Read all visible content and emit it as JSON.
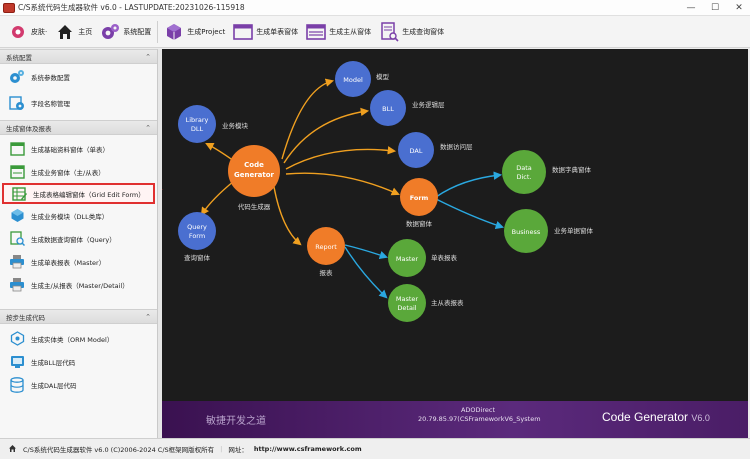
{
  "titlebar": {
    "title": "C/S系统代码生成器软件 v6.0 - LASTUPDATE:20231026-115918",
    "minimize": "—",
    "maximize": "☐",
    "close": "✕"
  },
  "toolbar": {
    "skin": "皮肤·",
    "home": "主页",
    "settings": "系统配置",
    "project": "生成Project",
    "single_form": "生成单表窗体",
    "master_detail_form": "生成主从窗体",
    "query_form": "生成查询窗体"
  },
  "sidebar": {
    "groups": [
      {
        "title": "系统配置",
        "items": [
          {
            "label": "系统参数配置",
            "icon": "gears-icon"
          },
          {
            "label": "字段名称管理",
            "icon": "field-gear-icon"
          }
        ]
      },
      {
        "title": "生成窗体及报表",
        "items": [
          {
            "label": "生成基础资料窗体（单表）",
            "icon": "form-icon"
          },
          {
            "label": "生成业务窗体（主/从表）",
            "icon": "form-icon"
          },
          {
            "label": "生成表格编辑窗体（Grid Edit Form）",
            "icon": "grid-edit-icon"
          },
          {
            "label": "生成业务模块（DLL类库）",
            "icon": "module-icon"
          },
          {
            "label": "生成数据查询窗体（Query）",
            "icon": "query-icon"
          },
          {
            "label": "生成单表报表（Master）",
            "icon": "printer-icon"
          },
          {
            "label": "生成主/从报表（Master/Detail）",
            "icon": "printer-icon"
          }
        ]
      },
      {
        "title": "按步生成代码",
        "items": [
          {
            "label": "生成实体类（ORM Model）",
            "icon": "entity-icon"
          },
          {
            "label": "生成BLL层代码",
            "icon": "bll-icon"
          },
          {
            "label": "生成DAL层代码",
            "icon": "database-icon"
          }
        ]
      }
    ],
    "collapse_glyph": "⌃"
  },
  "diagram": {
    "nodes": {
      "code_gen": {
        "title": "Code",
        "title2": "Generator",
        "caption": "代码生成器"
      },
      "library": {
        "title": "Library",
        "title2": "DLL",
        "caption": "业务模块"
      },
      "query": {
        "title": "Query",
        "title2": "Form",
        "caption": "查询窗体"
      },
      "model": {
        "title": "Model",
        "caption": "模型"
      },
      "bll": {
        "title": "BLL",
        "caption": "业务逻辑层"
      },
      "dal": {
        "title": "DAL",
        "caption": "数据访问层"
      },
      "form": {
        "title": "Form",
        "caption": "数据窗体"
      },
      "report": {
        "title": "Report",
        "caption": "报表"
      },
      "data_dict": {
        "title": "Data",
        "title2": "Dict.",
        "caption": "数据字典窗体"
      },
      "business": {
        "title": "Business",
        "caption": "业务单据窗体"
      },
      "master": {
        "title": "Master",
        "caption": "单表报表"
      },
      "master_detail": {
        "title": "Master",
        "title2": "Detail",
        "caption": "主从表报表"
      }
    },
    "colors": {
      "orange": "#f07c28",
      "blue": "#4a6fd0",
      "green": "#5aa83a",
      "arrow_orange": "#f0a020",
      "arrow_cyan": "#2aa8e0"
    }
  },
  "banner": {
    "slogan": "敏捷开发之道",
    "line1": "ADODirect",
    "line2": "20.79.85.97(CSFrameworkV6_System",
    "brand": "Code Generator",
    "version": "V6.0"
  },
  "statusbar": {
    "copyright": "C/S系统代码生成器软件 v6.0 (C)2006-2024 C/S框架网版权所有",
    "site_label": "网址：",
    "url": "http://www.csframework.com"
  }
}
